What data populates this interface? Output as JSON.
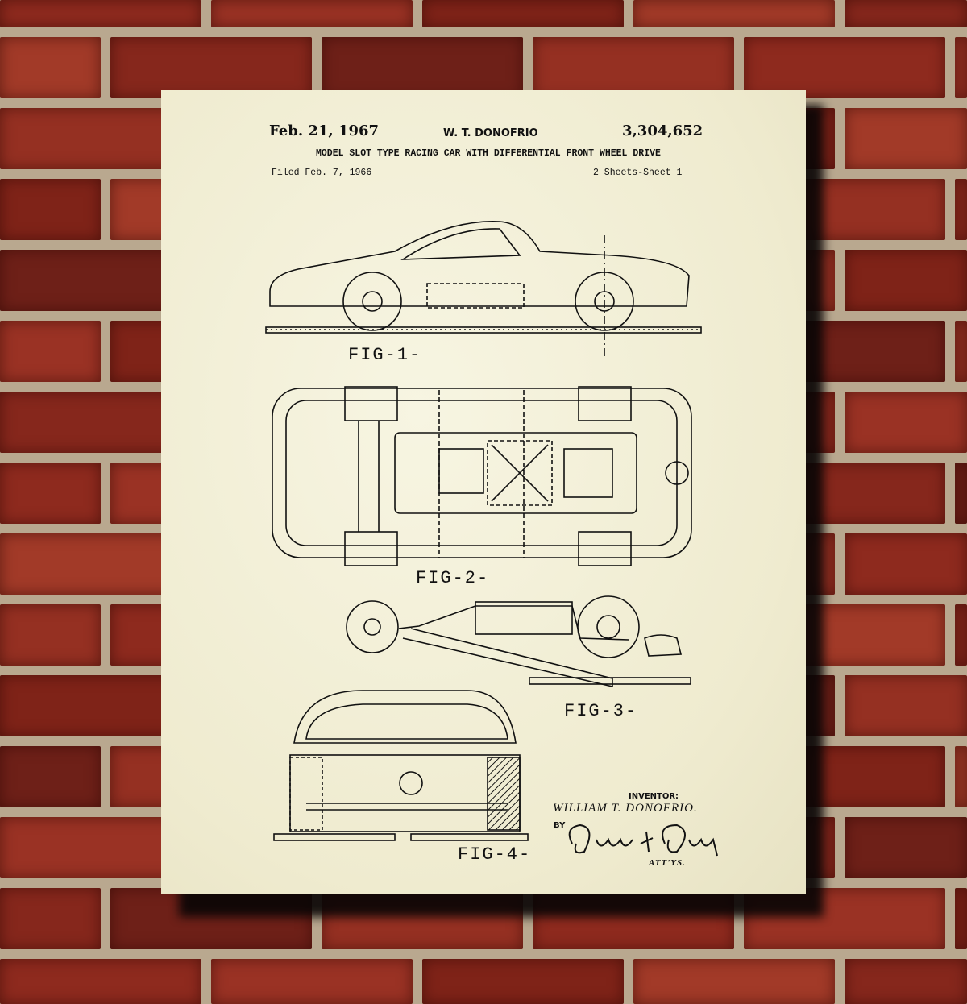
{
  "header": {
    "date": "Feb. 21, 1967",
    "inventor_short": "W. T. DONOFRIO",
    "patent_number": "3,304,652",
    "title": "MODEL SLOT TYPE RACING CAR WITH DIFFERENTIAL FRONT WHEEL DRIVE",
    "filed": "Filed Feb. 7, 1966",
    "sheets": "2 Sheets-Sheet 1"
  },
  "figures": [
    "FIG-1-",
    "FIG-2-",
    "FIG-3-",
    "FIG-4-"
  ],
  "signature_block": {
    "inventor_label": "INVENTOR:",
    "inventor_name": "WILLIAM T. DONOFRIO.",
    "by": "BY",
    "signature": "Owen + Owen",
    "attys": "ATT'YS."
  },
  "colors": {
    "paper": "#f3f0d8",
    "ink": "#111111",
    "brick": "#8e2a1e",
    "mortar": "#b9a88f"
  }
}
